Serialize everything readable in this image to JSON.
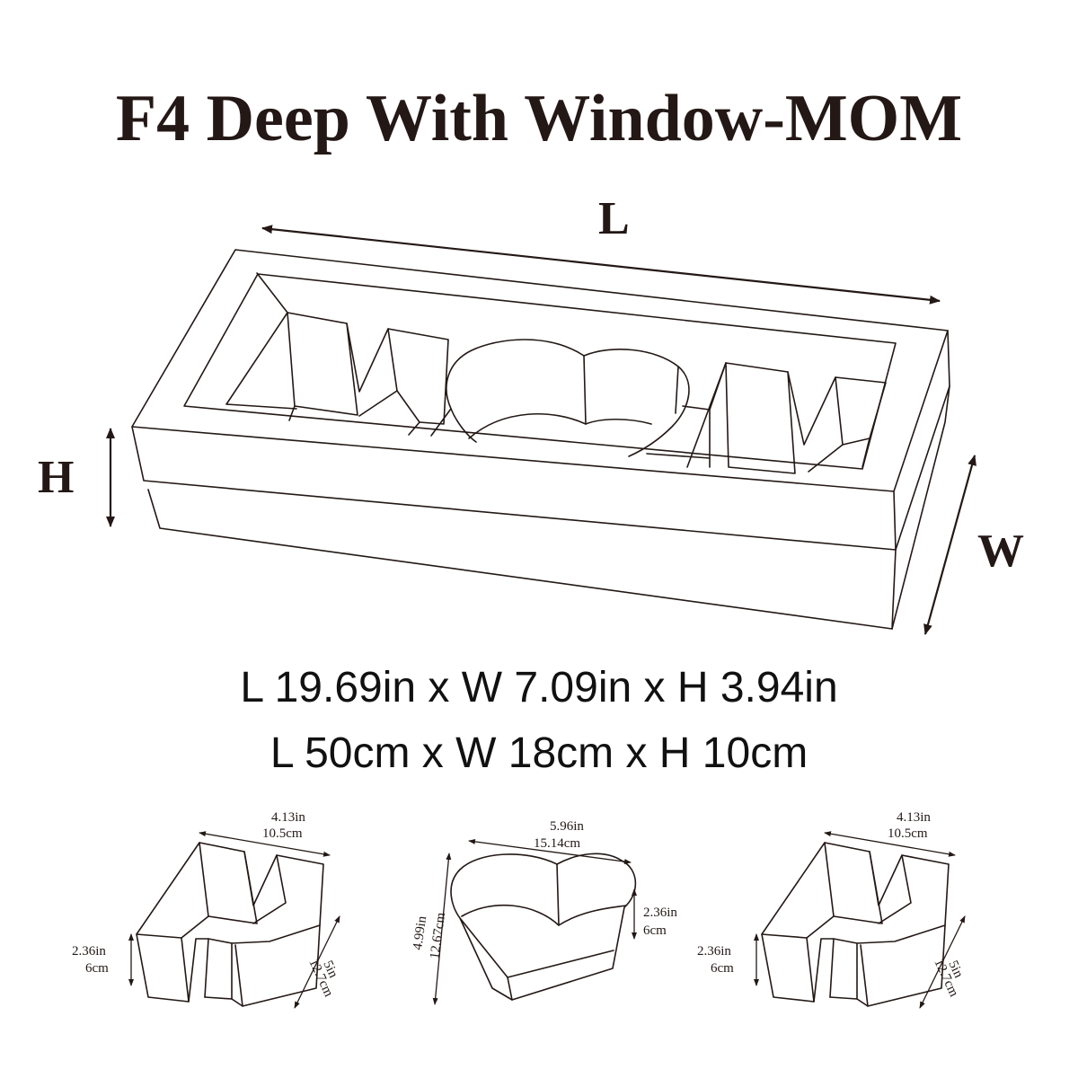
{
  "title": "F4  Deep With Window-MOM",
  "axis_labels": {
    "length": "L",
    "height": "H",
    "width": "W"
  },
  "main_dimensions": {
    "imperial": "L 19.69in x W 7.09in x H 3.94in",
    "metric": "L 50cm x W 18cm x H 10cm"
  },
  "inserts": {
    "m_left": {
      "top_in": "4.13in",
      "top_cm": "10.5cm",
      "height_in": "2.36in",
      "height_cm": "6cm",
      "depth_in": "5in",
      "depth_cm": "12.7cm"
    },
    "heart": {
      "top_in": "5.96in",
      "top_cm": "15.14cm",
      "height_in": "2.36in",
      "height_cm": "6cm",
      "side_in": "4.99in",
      "side_cm": "12.67cm"
    },
    "m_right": {
      "top_in": "4.13in",
      "top_cm": "10.5cm",
      "height_in": "2.36in",
      "height_cm": "6cm",
      "depth_in": "5in",
      "depth_cm": "12.7cm"
    }
  },
  "colors": {
    "line": "#231815",
    "background": "#ffffff"
  }
}
